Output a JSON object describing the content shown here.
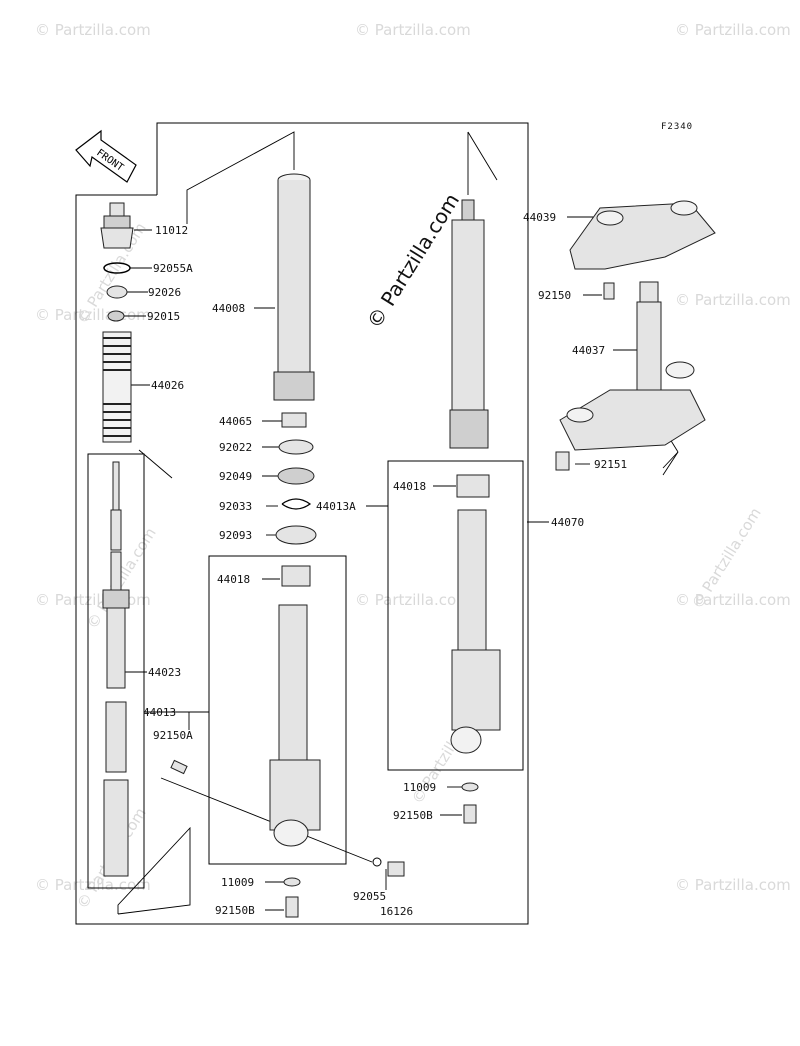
{
  "diagram": {
    "figure_code": "F2340",
    "front_arrow_label": "FRONT",
    "watermark": "© Partzilla.com",
    "parts": [
      {
        "id": "11012",
        "label": "11012"
      },
      {
        "id": "92055A",
        "label": "92055A"
      },
      {
        "id": "92026",
        "label": "92026"
      },
      {
        "id": "92015",
        "label": "92015"
      },
      {
        "id": "44026",
        "label": "44026"
      },
      {
        "id": "44008",
        "label": "44008"
      },
      {
        "id": "44065",
        "label": "44065"
      },
      {
        "id": "92022",
        "label": "92022"
      },
      {
        "id": "92049",
        "label": "92049"
      },
      {
        "id": "92033",
        "label": "92033"
      },
      {
        "id": "44013A",
        "label": "44013A"
      },
      {
        "id": "92093",
        "label": "92093"
      },
      {
        "id": "44018-left",
        "label": "44018"
      },
      {
        "id": "44023",
        "label": "44023"
      },
      {
        "id": "44013",
        "label": "44013"
      },
      {
        "id": "92150A",
        "label": "92150A"
      },
      {
        "id": "11009-left",
        "label": "11009"
      },
      {
        "id": "92150B-left",
        "label": "92150B"
      },
      {
        "id": "92055",
        "label": "92055"
      },
      {
        "id": "16126",
        "label": "16126"
      },
      {
        "id": "44018-right",
        "label": "44018"
      },
      {
        "id": "44070",
        "label": "44070"
      },
      {
        "id": "11009-right",
        "label": "11009"
      },
      {
        "id": "92150B-right",
        "label": "92150B"
      },
      {
        "id": "44039",
        "label": "44039"
      },
      {
        "id": "92150",
        "label": "92150"
      },
      {
        "id": "44037",
        "label": "44037"
      },
      {
        "id": "92151",
        "label": "92151"
      }
    ]
  }
}
